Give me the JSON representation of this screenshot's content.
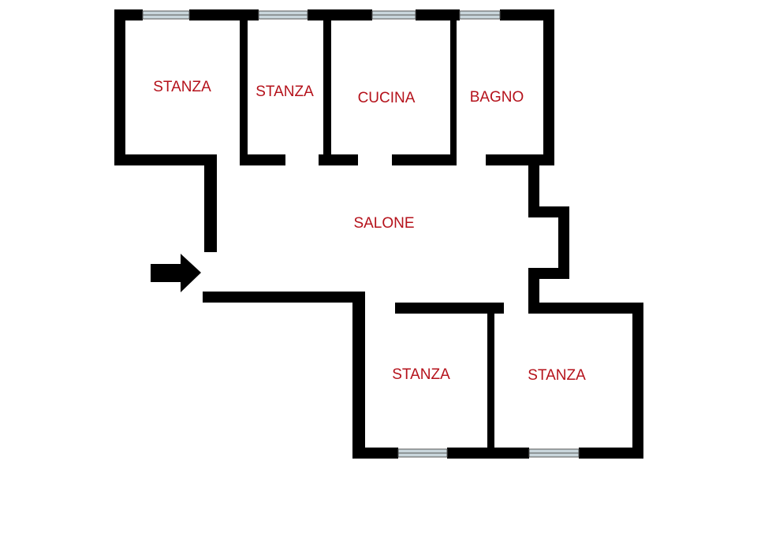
{
  "plan": {
    "wall_color": "#000000",
    "label_color": "#b5121b",
    "window_frame_color": "#555555",
    "window_glass_color": "#c9d6dc",
    "background_color": "#ffffff"
  },
  "rooms": [
    {
      "id": "stanza-1",
      "label": "STANZA"
    },
    {
      "id": "stanza-2",
      "label": "STANZA"
    },
    {
      "id": "cucina",
      "label": "CUCINA"
    },
    {
      "id": "bagno",
      "label": "BAGNO"
    },
    {
      "id": "salone",
      "label": "SALONE"
    },
    {
      "id": "stanza-3",
      "label": "STANZA"
    },
    {
      "id": "stanza-4",
      "label": "STANZA"
    }
  ],
  "entrance": {
    "icon": "entrance-arrow-icon"
  }
}
